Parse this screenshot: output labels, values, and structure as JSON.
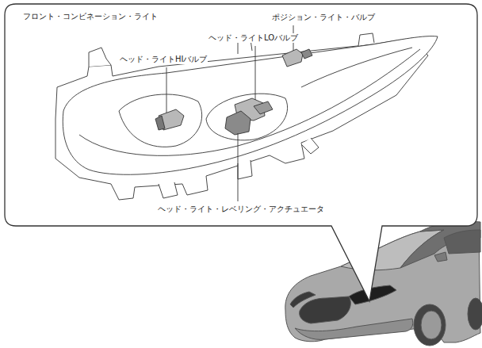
{
  "diagram": {
    "nodes": [
      {
        "text": [
          "フロント・コンビネーション・ライト"
        ]
      }
    ],
    "labels": [
      "ポジション・ライト・バルブ",
      "ヘッド・ライトLOバルブ",
      "ヘッド・ライトHIバルブ",
      "ヘッド・ライト・レベリング・アクチュエータ"
    ]
  }
}
